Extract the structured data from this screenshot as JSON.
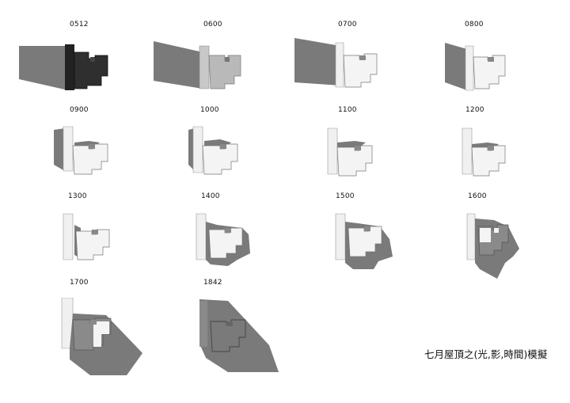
{
  "caption": "七月屋頂之(光,影,時間)模擬",
  "frames": [
    {
      "time": "0512"
    },
    {
      "time": "0600"
    },
    {
      "time": "0700"
    },
    {
      "time": "0800"
    },
    {
      "time": "0900"
    },
    {
      "time": "1000"
    },
    {
      "time": "1100"
    },
    {
      "time": "1200"
    },
    {
      "time": "1300"
    },
    {
      "time": "1400"
    },
    {
      "time": "1500"
    },
    {
      "time": "1600"
    },
    {
      "time": "1700"
    },
    {
      "time": "1842"
    }
  ],
  "colors": {
    "shadow": "#7a7a7a",
    "roof_lit": "#f4f4f4",
    "roof_dark": "#2f2f2f",
    "edge": "#555555"
  }
}
